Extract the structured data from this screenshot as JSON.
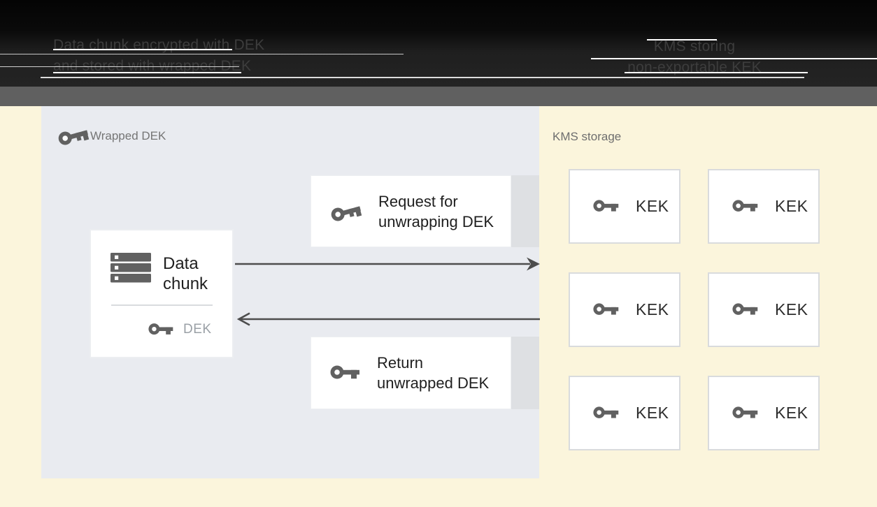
{
  "captions": {
    "left": {
      "line1": "Data chunk encrypted with DEK",
      "line2": "and stored with wrapped DEK"
    },
    "right": {
      "line1": "KMS storing",
      "line2": "non-exportable KEK"
    }
  },
  "wrapped_dek_zone": {
    "label": "Wrapped DEK"
  },
  "data_chunk_box": {
    "line1": "Data",
    "line2": "chunk",
    "key_label": "DEK"
  },
  "request_box": {
    "line1": "Request for",
    "line2": "unwrapping DEK"
  },
  "return_box": {
    "line1": "Return",
    "line2": "unwrapped DEK"
  },
  "kms": {
    "label": "KMS storage",
    "kek_boxes": [
      {
        "label": "KEK"
      },
      {
        "label": "KEK"
      },
      {
        "label": "KEK"
      },
      {
        "label": "KEK"
      },
      {
        "label": "KEK"
      },
      {
        "label": "KEK"
      }
    ]
  },
  "colors": {
    "top_band": "#1f1f1f",
    "divider_band": "#606060",
    "background": "#FBF5DC",
    "wrapped_zone_bg": "#E9EBF0",
    "box_shadow_strip": "#DEE0E3",
    "arrow": "#4d4d4d",
    "icon_gray": "#616161",
    "text_dark": "#1f1f1f",
    "zone_label_gray": "#757575",
    "dek_label_gray": "#9aa0a6",
    "kek_border": "#D9DBDD"
  }
}
